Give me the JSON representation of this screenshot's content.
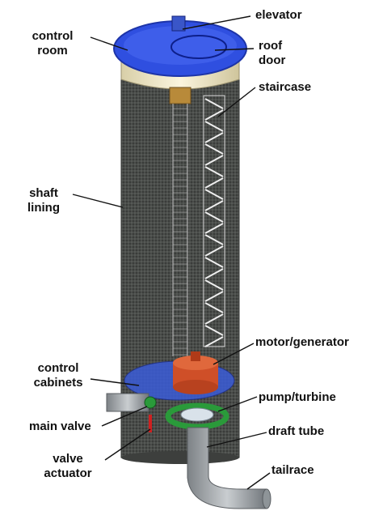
{
  "diagram": {
    "labels": {
      "elevator": "elevator",
      "control_room_1": "control",
      "control_room_2": "room",
      "roof_door_1": "roof",
      "roof_door_2": "door",
      "staircase": "staircase",
      "shaft_lining_1": "shaft",
      "shaft_lining_2": "lining",
      "motor_generator": "motor/generator",
      "control_cabinets_1": "control",
      "control_cabinets_2": "cabinets",
      "pump_turbine": "pump/turbine",
      "main_valve": "main valve",
      "draft_tube": "draft tube",
      "valve_actuator_1": "valve",
      "valve_actuator_2": "actuator",
      "tailrace": "tailrace"
    },
    "colors": {
      "shaft": "#4a4d4a",
      "roof": "#2f4fe0",
      "collar": "#f0e8c8",
      "generator": "#d0502a",
      "green_ring": "#2a9a3a",
      "pipe": "#9aa0a4",
      "staircase": "#e8e8e8"
    }
  }
}
